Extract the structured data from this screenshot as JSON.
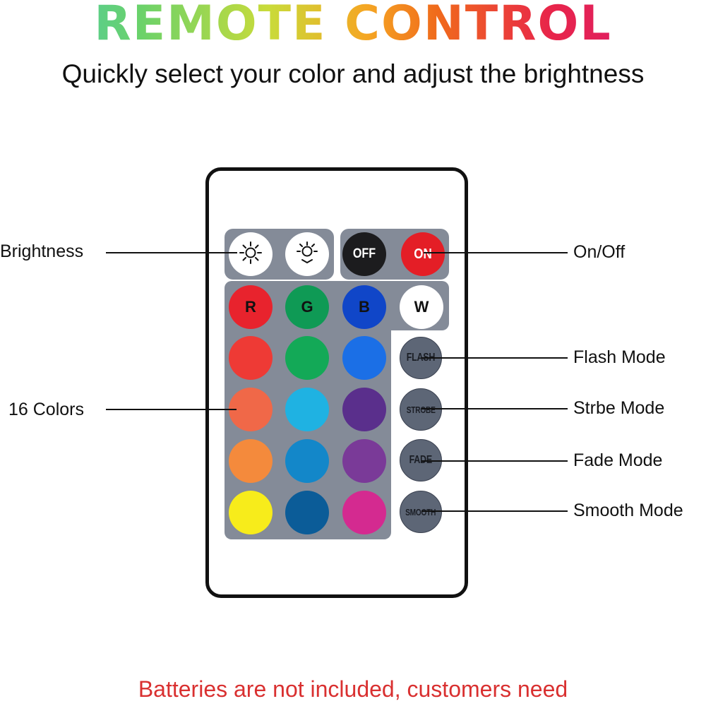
{
  "header": {
    "title": "REMOTE CONTROL",
    "subtitle": "Quickly select your color and adjust the brightness"
  },
  "remote": {
    "brightness_buttons": [
      {
        "icon": "brightness-up-icon"
      },
      {
        "icon": "brightness-down-icon"
      }
    ],
    "power_buttons": [
      {
        "label": "OFF",
        "color": "#1c1c1e"
      },
      {
        "label": "ON",
        "color": "#e41e26"
      }
    ],
    "color_grid": [
      [
        {
          "label": "R",
          "color": "#e8232d"
        },
        {
          "label": "G",
          "color": "#0f9a55"
        },
        {
          "label": "B",
          "color": "#1046c8"
        },
        {
          "label": "W",
          "color": "#ffffff"
        }
      ],
      [
        {
          "label": "",
          "color": "#ee3a35"
        },
        {
          "label": "",
          "color": "#13a957"
        },
        {
          "label": "",
          "color": "#1b6fe6"
        }
      ],
      [
        {
          "label": "",
          "color": "#f06848"
        },
        {
          "label": "",
          "color": "#1fb2e2"
        },
        {
          "label": "",
          "color": "#5a2f8c"
        }
      ],
      [
        {
          "label": "",
          "color": "#f48a3c"
        },
        {
          "label": "",
          "color": "#1387c9"
        },
        {
          "label": "",
          "color": "#7a3a98"
        }
      ],
      [
        {
          "label": "",
          "color": "#f7ec1b"
        },
        {
          "label": "",
          "color": "#0b5c98"
        },
        {
          "label": "",
          "color": "#d42a90"
        }
      ]
    ],
    "mode_buttons": [
      {
        "label": "FLASH"
      },
      {
        "label": "STROBE"
      },
      {
        "label": "FADE"
      },
      {
        "label": "SMOOTH"
      }
    ]
  },
  "callouts": {
    "brightness": "Brightness",
    "on_off": "On/Off",
    "colors": "16 Colors",
    "flash": "Flash Mode",
    "strobe": "Strbe Mode",
    "fade": "Fade Mode",
    "smooth": "Smooth Mode"
  },
  "notice": "Batteries are not included, customers need",
  "colors": {
    "panel": "#848b98",
    "notice": "#d93030",
    "mode_button": "#5d6676"
  }
}
